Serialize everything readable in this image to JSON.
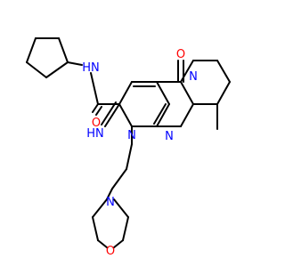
{
  "molecule": {
    "colors": {
      "bond": "#000000",
      "nitrogen": "#0000ff",
      "oxygen": "#ff0000",
      "background": "#ffffff"
    },
    "atom_labels": {
      "amide_nh": "HN",
      "amide_o": "O",
      "imine_nh": "HN",
      "ring_n1": "N",
      "ring_n_bridge": "N",
      "ring_n_pyrido": "N",
      "ketone_o": "O",
      "morpholine_n": "N",
      "morpholine_o": "O"
    }
  }
}
